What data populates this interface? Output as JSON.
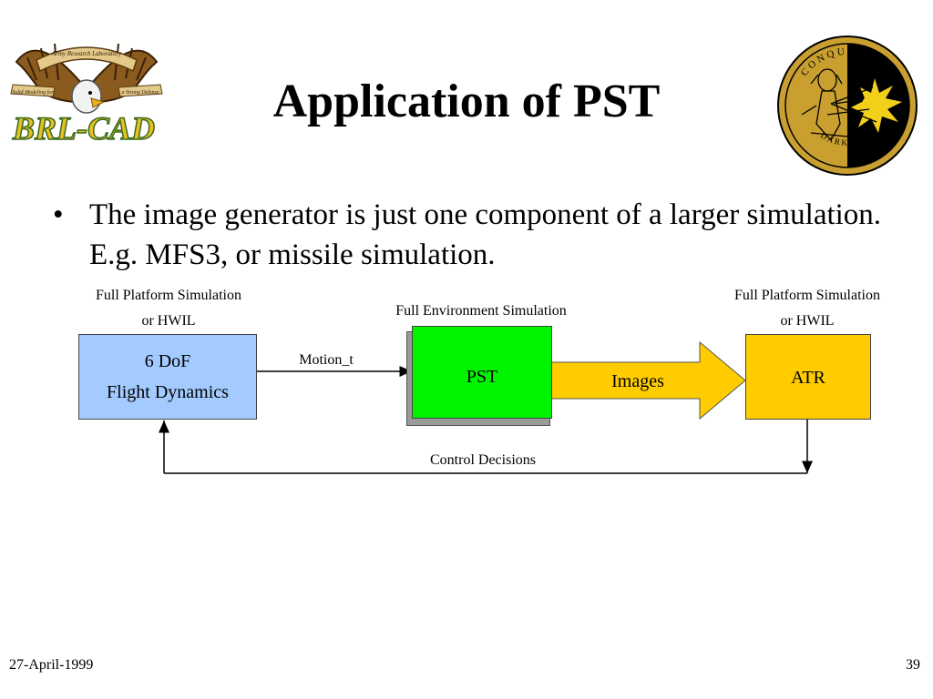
{
  "slide": {
    "title": "Application of PST",
    "bullet_symbol": "•",
    "bullet_text": "The image generator is just one component of a larger simulation.  E.g. MFS3, or missile simulation."
  },
  "logos": {
    "left_lettering": "BRL-CAD",
    "left_top_text": "Army Research Laboratory",
    "left_side_text_1": "Solid Modeling for",
    "left_side_text_2": "a Strong Defense",
    "right_top_text": "CONQUEST OF",
    "right_bottom_text": "DARKNESS"
  },
  "diagram": {
    "left_caption_line1": "Full Platform Simulation",
    "left_caption_line2": "or HWIL",
    "env_caption": "Full Environment Simulation",
    "right_caption_line1": "Full Platform Simulation",
    "right_caption_line2": "or HWIL",
    "box_dof_line1": "6 DoF",
    "box_dof_line2": "Flight Dynamics",
    "box_pst": "PST",
    "box_atr": "ATR",
    "images_label": "Images",
    "motion_label": "Motion_t",
    "control_label": "Control Decisions",
    "colors": {
      "dof_fill": "#a4cbff",
      "pst_fill": "#00f400",
      "atr_fill": "#ffcc00",
      "images_fill": "#ffcc00"
    }
  },
  "footer": {
    "date": "27-April-1999",
    "page_number": "39"
  }
}
